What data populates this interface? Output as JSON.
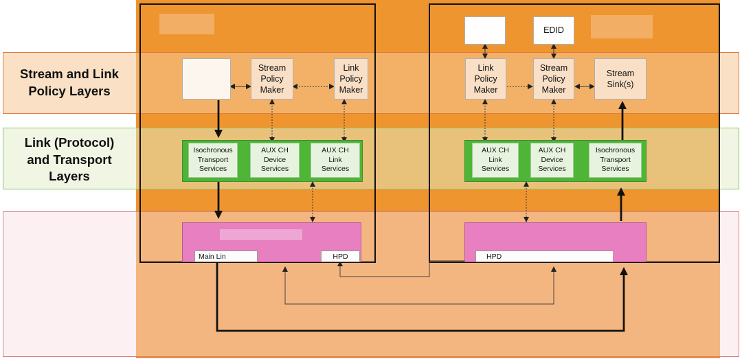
{
  "bands": {
    "policy": "Stream and Link\nPolicy Layers",
    "link": "Link (Protocol)\nand Transport\nLayers"
  },
  "source": {
    "stream_policy_maker": "Stream\nPolicy\nMaker",
    "link_policy_maker": "Link\nPolicy\nMaker",
    "isochronous": "Isochronous\nTransport\nServices",
    "aux_device": "AUX CH\nDevice\nServices",
    "aux_link": "AUX CH\nLink\nServices",
    "main_link": "Main Lin",
    "hpd": "HPD"
  },
  "sink": {
    "edid": "EDID",
    "link_policy_maker": "Link\nPolicy\nMaker",
    "stream_policy_maker": "Stream\nPolicy\nMaker",
    "stream_sinks": "Stream\nSink(s)",
    "aux_link": "AUX CH\nLink\nServices",
    "aux_device": "AUX CH\nDevice\nServices",
    "isochronous": "Isochronous\nTransport\nServices",
    "hpd": "HPD"
  },
  "colors": {
    "background": "#ef952f",
    "policy_band": "#e27a3a",
    "link_band": "#8cc36a",
    "phys_band": "#d98080",
    "transport_row": "#4eb537",
    "phy_block": "#e77fc0"
  }
}
